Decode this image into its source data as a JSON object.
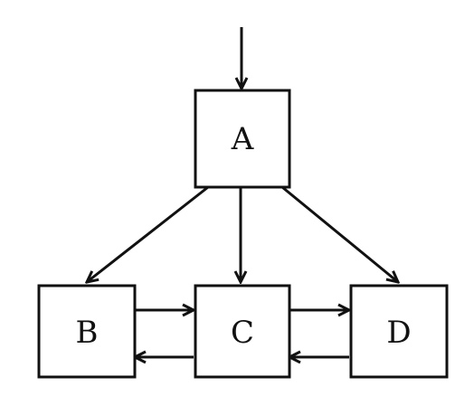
{
  "diagram": {
    "nodes": [
      {
        "id": "A",
        "label": "A"
      },
      {
        "id": "B",
        "label": "B"
      },
      {
        "id": "C",
        "label": "C"
      },
      {
        "id": "D",
        "label": "D"
      }
    ],
    "edges": [
      {
        "from": "",
        "to": "A"
      },
      {
        "from": "A",
        "to": "B"
      },
      {
        "from": "A",
        "to": "C"
      },
      {
        "from": "A",
        "to": "D"
      },
      {
        "from": "B",
        "to": "C"
      },
      {
        "from": "C",
        "to": "B"
      },
      {
        "from": "C",
        "to": "D"
      },
      {
        "from": "D",
        "to": "C"
      }
    ],
    "colors": {
      "stroke": "#111111",
      "background": "#ffffff"
    }
  }
}
